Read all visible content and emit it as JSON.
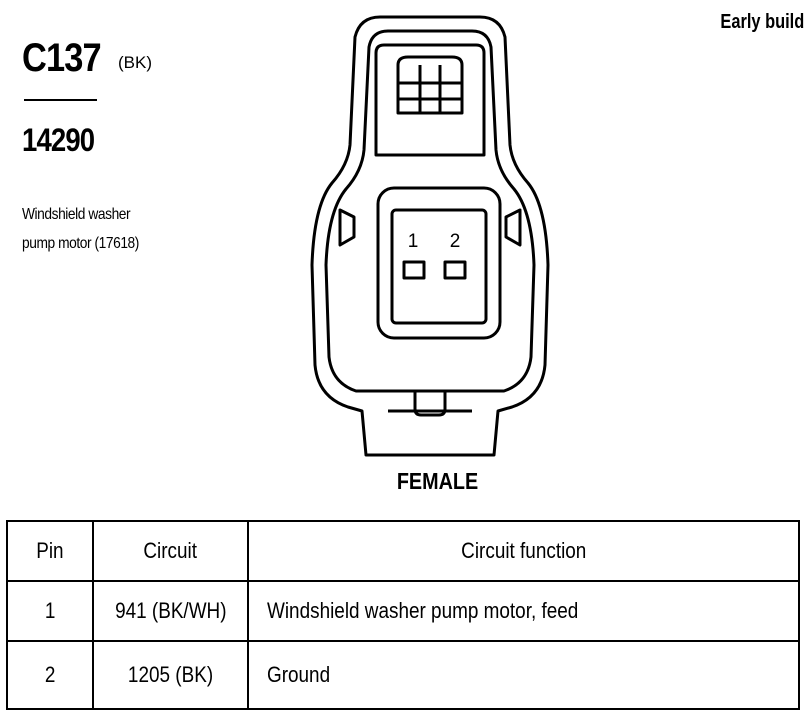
{
  "header": {
    "connector_id": "C137",
    "connector_color": "(BK)",
    "part_number": "14290",
    "component_line1": "Windshield washer",
    "component_line2": "pump motor (17618)",
    "build_note": "Early build"
  },
  "connector": {
    "pin_labels": [
      "1",
      "2"
    ],
    "gender": "FEMALE"
  },
  "table": {
    "headers": [
      "Pin",
      "Circuit",
      "Circuit function"
    ],
    "rows": [
      [
        "1",
        "941 (BK/WH)",
        "Windshield washer pump motor, feed"
      ],
      [
        "2",
        "1205 (BK)",
        "Ground"
      ]
    ]
  }
}
